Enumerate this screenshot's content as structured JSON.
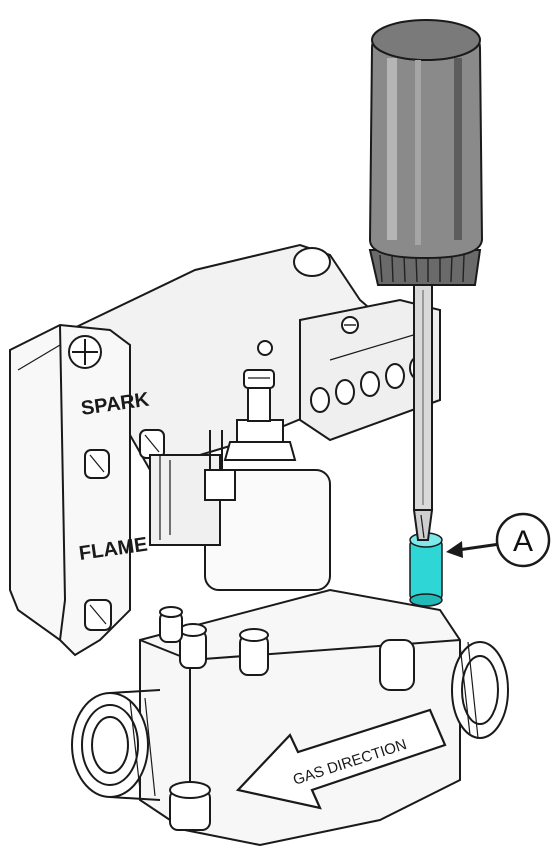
{
  "labels": {
    "spark": "SPARK",
    "flame": "FLAME",
    "gas_direction": "GAS DIRECTION",
    "callout": "A"
  },
  "colors": {
    "highlight": "#2fd6d6",
    "line": "#1a1a1a",
    "handle_dark": "#5a5a5a",
    "handle_mid": "#8a8a8a",
    "body_fill": "#f4f4f4"
  },
  "icons": [
    "screwdriver",
    "callout-arrow",
    "direction-arrow"
  ]
}
